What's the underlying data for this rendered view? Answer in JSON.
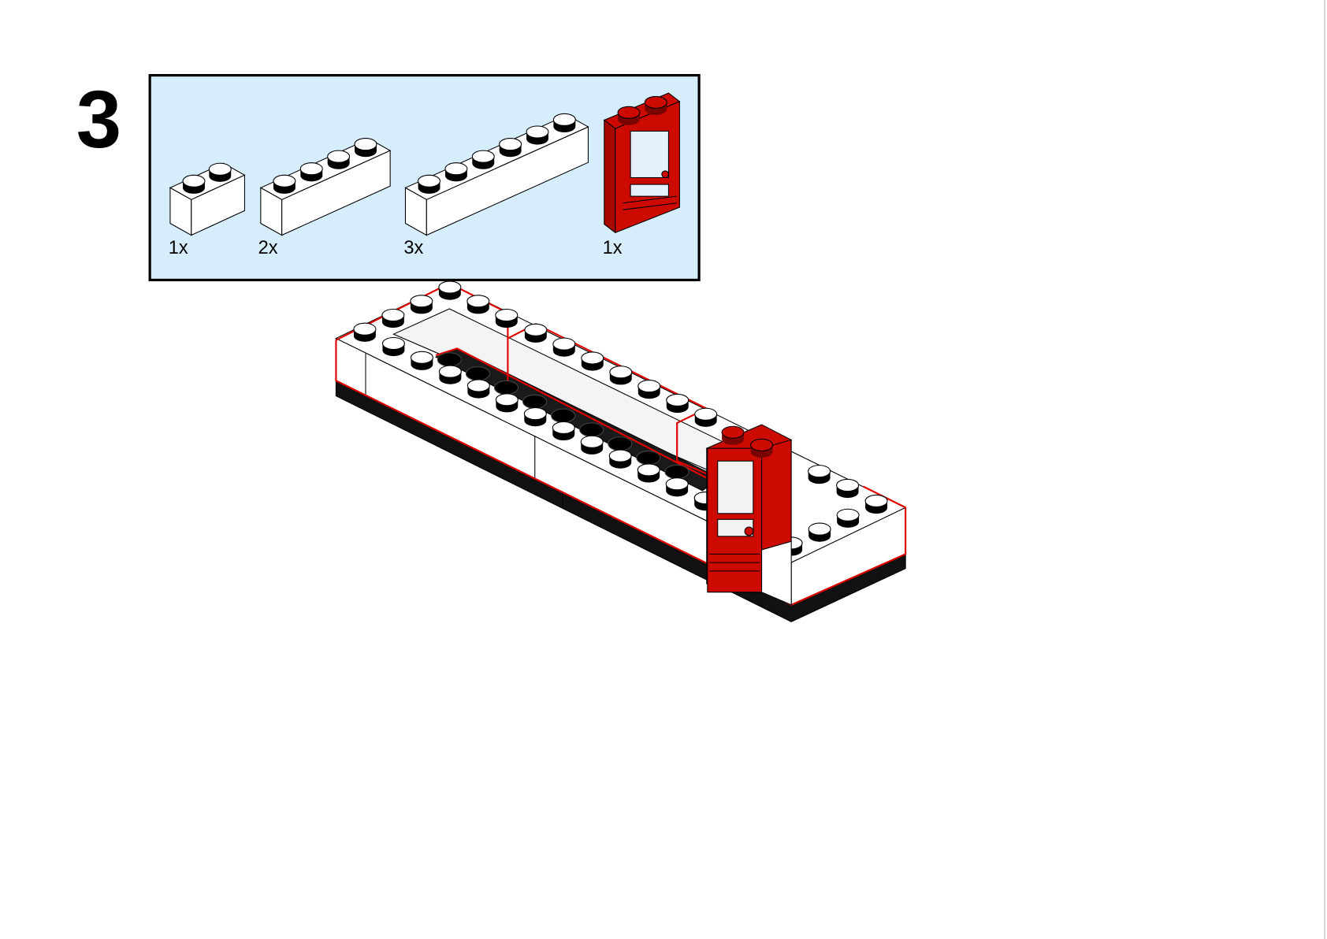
{
  "step": {
    "number": "3"
  },
  "parts_list": {
    "background": "#d6edfc",
    "items": [
      {
        "icon": "brick-1x2-white-icon",
        "quantity": "1x"
      },
      {
        "icon": "brick-1x4-white-icon",
        "quantity": "2x"
      },
      {
        "icon": "brick-1x6-white-icon",
        "quantity": "3x"
      },
      {
        "icon": "door-red-icon",
        "quantity": "1x"
      }
    ]
  },
  "colors": {
    "brick_white": "#ffffff",
    "door_red": "#cc0a00",
    "highlight_outline": "#e00000",
    "outline": "#000000"
  }
}
